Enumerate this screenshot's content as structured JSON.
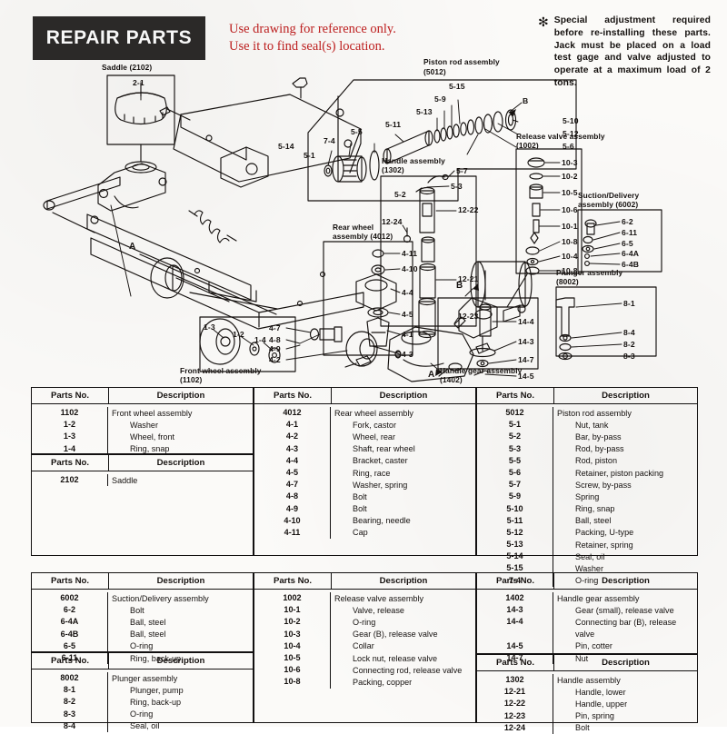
{
  "header": {
    "title": "REPAIR PARTS",
    "reference_note_line1": "Use drawing for reference only.",
    "reference_note_line2": "Use it to find seal(s) location.",
    "reference_note_color": "#c02020",
    "warning_star": "✻",
    "warning_text": "Special adjustment required before re-installing these parts. Jack must be placed on a load test gage and valve adjusted to operate at a maximum load of 2 tons."
  },
  "diagram": {
    "group_captions": {
      "saddle": "Saddle (2102)",
      "piston_rod_l1": "Piston rod assembly",
      "piston_rod_l2": "(5012)",
      "release_valve_l1": "Release valve assembly",
      "release_valve_l2": "(1002)",
      "suction_l1": "Suction/Delivery",
      "suction_l2": "assembly (6002)",
      "plunger_l1": "Plunger assembly",
      "plunger_l2": "(8002)",
      "handle_l1": "Handle assembly",
      "handle_l2": "(1302)",
      "rear_wheel_l1": "Rear wheel",
      "rear_wheel_l2": "assembly (4012)",
      "front_wheel_l1": "Front wheel assembly",
      "front_wheel_l2": "(1102)",
      "handle_gear_l1": "Handle gear assembly",
      "handle_gear_l2": "(1402)"
    },
    "callouts": {
      "saddle_21": "2-1",
      "piston": [
        "5-15",
        "5-9",
        "5-13",
        "5-11",
        "5-5",
        "7-4",
        "5-1",
        "5-14",
        "B",
        "5-10",
        "5-12",
        "5-6",
        "5-7",
        "5-3",
        "5-2"
      ],
      "release_valve": [
        "10-3",
        "10-2",
        "10-5",
        "10-6",
        "10-1",
        "10-8",
        "10-4",
        "10-8"
      ],
      "suction": [
        "6-2",
        "6-11",
        "6-5",
        "6-4A",
        "6-4B"
      ],
      "plunger": [
        "8-1",
        "8-4",
        "8-2",
        "8-3"
      ],
      "handle": [
        "12-22",
        "12-24",
        "12-21",
        "12-23"
      ],
      "rear_wheel": [
        "4-11",
        "4-10",
        "4-4",
        "4-5",
        "4-1",
        "4-3"
      ],
      "rear_wheel_left": [
        "4-7",
        "4-8",
        "4-9",
        "4-2"
      ],
      "front_wheel": [
        "1-3",
        "1-2",
        "1-4"
      ],
      "handle_gear": [
        "14-4",
        "14-3",
        "14-7",
        "14-5"
      ],
      "ref_a_left": "A",
      "ref_a_handle": "A",
      "ref_b_handle": "B"
    }
  },
  "tables": {
    "column_headers": {
      "parts_no": "Parts No.",
      "description": "Description"
    },
    "upper": [
      {
        "id": "front-wheel",
        "rows": [
          {
            "pn": "1102",
            "ds": "Front wheel assembly",
            "lead": true
          },
          {
            "pn": "1-2",
            "ds": "Washer"
          },
          {
            "pn": "1-3",
            "ds": "Wheel, front"
          },
          {
            "pn": "1-4",
            "ds": "Ring, snap"
          }
        ]
      },
      {
        "id": "saddle",
        "rows": [
          {
            "pn": "2102",
            "ds": "Saddle",
            "lead": true
          }
        ]
      },
      {
        "id": "rear-wheel",
        "rows": [
          {
            "pn": "4012",
            "ds": "Rear wheel assembly",
            "lead": true
          },
          {
            "pn": "4-1",
            "ds": "Fork, castor"
          },
          {
            "pn": "4-2",
            "ds": "Wheel, rear"
          },
          {
            "pn": "4-3",
            "ds": "Shaft, rear wheel"
          },
          {
            "pn": "4-4",
            "ds": "Bracket, caster"
          },
          {
            "pn": "4-5",
            "ds": "Ring, race"
          },
          {
            "pn": "4-7",
            "ds": "Washer, spring"
          },
          {
            "pn": "4-8",
            "ds": "Bolt"
          },
          {
            "pn": "4-9",
            "ds": "Bolt"
          },
          {
            "pn": "4-10",
            "ds": "Bearing, needle"
          },
          {
            "pn": "4-11",
            "ds": "Cap"
          }
        ]
      },
      {
        "id": "piston-rod",
        "rows": [
          {
            "pn": "5012",
            "ds": "Piston rod assembly",
            "lead": true
          },
          {
            "pn": "5-1",
            "ds": "Nut, tank"
          },
          {
            "pn": "5-2",
            "ds": "Bar, by-pass"
          },
          {
            "pn": "5-3",
            "ds": "Rod, by-pass"
          },
          {
            "pn": "5-5",
            "ds": "Rod, piston"
          },
          {
            "pn": "5-6",
            "ds": "Retainer, piston packing"
          },
          {
            "pn": "5-7",
            "ds": "Screw, by-pass"
          },
          {
            "pn": "5-9",
            "ds": "Spring"
          },
          {
            "pn": "5-10",
            "ds": "Ring, snap"
          },
          {
            "pn": "5-11",
            "ds": "Ball, steel"
          },
          {
            "pn": "5-12",
            "ds": "Packing, U-type"
          },
          {
            "pn": "5-13",
            "ds": "Retainer, spring"
          },
          {
            "pn": "5-14",
            "ds": "Seal, oil"
          },
          {
            "pn": "5-15",
            "ds": "Washer"
          },
          {
            "pn": "7-4",
            "ds": "O-ring"
          }
        ]
      }
    ],
    "lower": [
      {
        "id": "suction-delivery",
        "rows": [
          {
            "pn": "6002",
            "ds": "Suction/Delivery assembly",
            "lead": true
          },
          {
            "pn": "6-2",
            "ds": "Bolt"
          },
          {
            "pn": "6-4A",
            "ds": "Ball, steel"
          },
          {
            "pn": "6-4B",
            "ds": "Ball, steel"
          },
          {
            "pn": "6-5",
            "ds": "O-ring"
          },
          {
            "pn": "6-11",
            "ds": "Ring, back-up"
          }
        ]
      },
      {
        "id": "plunger",
        "rows": [
          {
            "pn": "8002",
            "ds": "Plunger assembly",
            "lead": true
          },
          {
            "pn": "8-1",
            "ds": "Plunger, pump"
          },
          {
            "pn": "8-2",
            "ds": "Ring, back-up"
          },
          {
            "pn": "8-3",
            "ds": "O-ring"
          },
          {
            "pn": "8-4",
            "ds": "Seal, oil"
          }
        ]
      },
      {
        "id": "release-valve",
        "rows": [
          {
            "pn": "1002",
            "ds": "Release valve assembly",
            "lead": true
          },
          {
            "pn": "10-1",
            "ds": "Valve, release"
          },
          {
            "pn": "10-2",
            "ds": "O-ring"
          },
          {
            "pn": "10-3",
            "ds": "Gear (B), release valve"
          },
          {
            "pn": "10-4",
            "ds": "Collar"
          },
          {
            "pn": "10-5",
            "ds": "Lock nut, release valve"
          },
          {
            "pn": "10-6",
            "ds": "Connecting rod, release valve"
          },
          {
            "pn": "10-8",
            "ds": "Packing, copper"
          }
        ]
      },
      {
        "id": "handle-gear",
        "rows": [
          {
            "pn": "1402",
            "ds": "Handle gear assembly",
            "lead": true
          },
          {
            "pn": "14-3",
            "ds": "Gear (small), release valve"
          },
          {
            "pn": "14-4",
            "ds": "Connecting bar (B), release"
          },
          {
            "pn": "",
            "ds": "valve"
          },
          {
            "pn": "14-5",
            "ds": "Pin, cotter"
          },
          {
            "pn": "14-7",
            "ds": "Nut"
          }
        ]
      },
      {
        "id": "handle",
        "rows": [
          {
            "pn": "1302",
            "ds": "Handle assembly",
            "lead": true
          },
          {
            "pn": "12-21",
            "ds": "Handle, lower"
          },
          {
            "pn": "12-22",
            "ds": "Handle, upper"
          },
          {
            "pn": "12-23",
            "ds": "Pin, spring"
          },
          {
            "pn": "12-24",
            "ds": "Bolt"
          }
        ]
      }
    ]
  }
}
